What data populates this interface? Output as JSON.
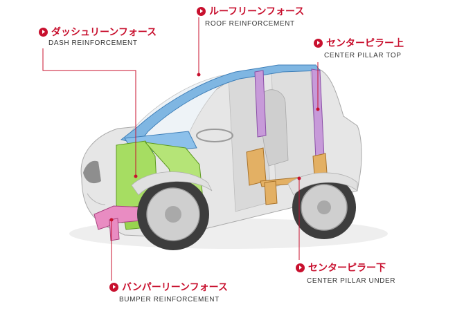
{
  "colors": {
    "accent": "#c8102e",
    "roof": "#5b9bd5",
    "dash": "#8fd14f",
    "pillar_top": "#b77fd1",
    "pillar_under": "#d9a04a",
    "bumper": "#e07ab5"
  },
  "callouts": {
    "roof": {
      "jp": "ルーフリーンフォース",
      "en": "ROOF REINFORCEMENT"
    },
    "dash": {
      "jp": "ダッシュリーンフォース",
      "en": "DASH REINFORCEMENT"
    },
    "pillar_top": {
      "jp": "センターピラー上",
      "en": "CENTER PILLAR TOP"
    },
    "pillar_under": {
      "jp": "センターピラー下",
      "en": "CENTER PILLAR UNDER"
    },
    "bumper": {
      "jp": "バンパーリーンフォース",
      "en": "BUMPER REINFORCEMENT"
    }
  }
}
